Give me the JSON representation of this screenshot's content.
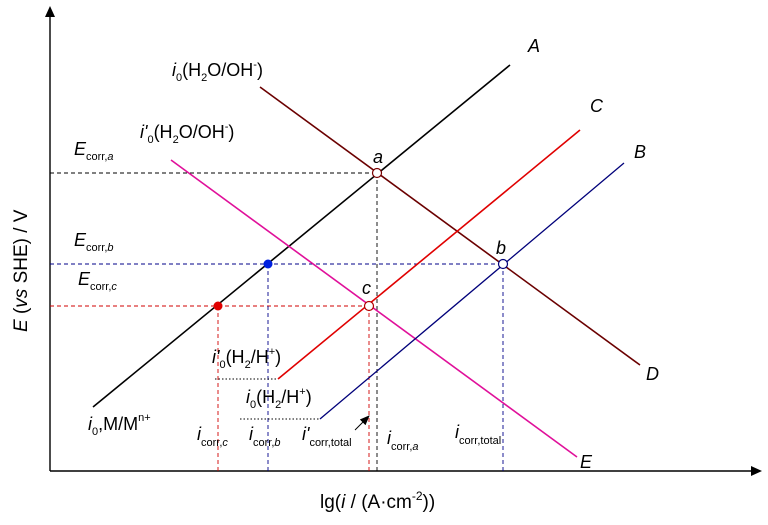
{
  "axes": {
    "y_label_italic": "E",
    "y_label_paren": "(",
    "y_label_vs": "vs",
    "y_label_rest": "SHE) / V",
    "x_label_pre": "lg(",
    "x_label_i": "i",
    "x_label_unit": " / (A·cm",
    "x_label_exp": "-2",
    "x_label_post": "))"
  },
  "lines": {
    "A": "A",
    "B": "B",
    "C": "C",
    "D": "D",
    "E": "E"
  },
  "points": {
    "a": "a",
    "b": "b",
    "c": "c"
  },
  "labels": {
    "i0_h2o_i": "i",
    "i0_h2o_sub": "0",
    "i0_h2o_rest": "(H",
    "i0_h2o_sub2": "2",
    "i0_h2o_rest2": "O/OH",
    "i0_h2o_sup": "-",
    "i0_h2o_close": ")",
    "i0p_h2o_i": "i'",
    "i0p_h2o_sub": "0",
    "i0p_h2o_rest": "(H",
    "i0p_h2o_sub2": "2",
    "i0p_h2o_rest2": "O/OH",
    "i0p_h2o_sup": "-",
    "i0p_h2o_close": ")",
    "ecorr_a_e": "E",
    "ecorr_a_sub": "corr,",
    "ecorr_a_subi": "a",
    "ecorr_b_e": "E",
    "ecorr_b_sub": "corr,",
    "ecorr_b_subi": "b",
    "ecorr_c_e": "E",
    "ecorr_c_sub": "corr,",
    "ecorr_c_subi": "c",
    "i0p_h_i": "i'",
    "i0p_h_sub": "0",
    "i0p_h_rest": "(H",
    "i0p_h_sub2": "2",
    "i0p_h_rest2": "/H",
    "i0p_h_sup": "+",
    "i0p_h_close": ")",
    "i0_h_i": "i",
    "i0_h_sub": "0",
    "i0_h_rest": "(H",
    "i0_h_sub2": "2",
    "i0_h_rest2": "/H",
    "i0_h_sup": "+",
    "i0_h_close": ")",
    "i0_m_i": "i",
    "i0_m_sub": "0",
    "i0_m_rest": ",M/M",
    "i0_m_sup": "n+",
    "icorr_c_i": "i",
    "icorr_c_sub": "corr,",
    "icorr_c_subi": "c",
    "icorr_b_i": "i",
    "icorr_b_sub": "corr,",
    "icorr_b_subi": "b",
    "ipcorr_total_i": "i'",
    "ipcorr_total_sub": "corr,total",
    "icorr_a_i": "i",
    "icorr_a_sub": "corr,",
    "icorr_a_subi": "a",
    "icorr_total_i": "i",
    "icorr_total_sub": "corr,total"
  },
  "colors": {
    "line_A": "#000000",
    "line_B": "#00007a",
    "line_C": "#e00000",
    "line_D": "#6b0000",
    "line_E": "#e0109a",
    "dash_black": "#000000",
    "dash_blue": "#00008a",
    "dash_red": "#d00000",
    "dot_blue": "#0020e0",
    "dot_red": "#e00000"
  }
}
